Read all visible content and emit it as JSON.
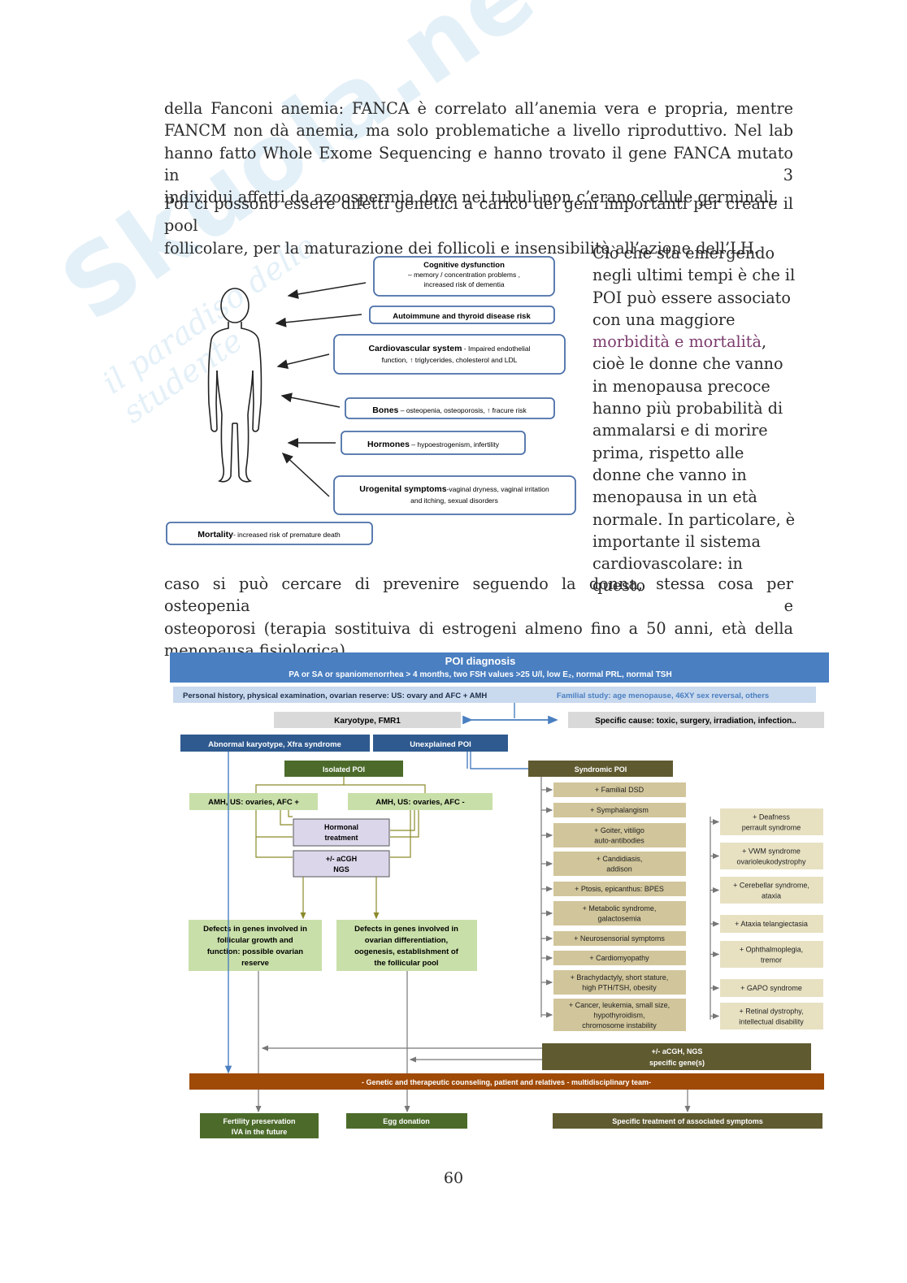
{
  "watermark": {
    "big": "Skuola.net",
    "small": "il paradiso dello studente"
  },
  "para1": [
    "della Fanconi anemia: FANCA è correlato all’anemia vera e propria, mentre",
    "FANCM non dà anemia, ma solo problematiche a livello riproduttivo. Nel lab",
    "hanno fatto Whole Exome Sequencing e hanno trovato il gene FANCA mutato in 3",
    "individui affetti da azoospermia dove nei tubuli non c’erano cellule germinali."
  ],
  "para2": [
    "Poi ci possono essere difetti genetici a carico dei geni importanti per creare il pool",
    "follicolare, per la maturazione dei follicoli e insensibilità all’azione dell’LH."
  ],
  "side": {
    "before": "Ciò che sta emergendo negli ultimi tempi è che il POI può essere associato con una maggiore",
    "highlight": "morbidità e mortalità",
    "after": ", cioè le donne che vanno in menopausa precoce hanno più probabilità di ammalarsi e di morire prima, rispetto alle donne che vanno in menopausa in un età normale. In particolare, è importante il sistema cardiovascolare: in questo"
  },
  "para3": [
    "caso si può cercare di prevenire seguendo la donna, stessa cosa per osteopenia e",
    "osteoporosi (terapia sostituiva di estrogeni almeno fino a 50 anni, età della",
    "menopausa fisiologica)."
  ],
  "body_figure": {
    "cognitive": {
      "title": "Cognitive dysfunction",
      "l1": "– memory / concentration problems ,",
      "l2": "increased risk of dementia"
    },
    "autoimmune": {
      "title": "Autoimmune and thyroid disease risk"
    },
    "cardio": {
      "title": "Cardiovascular system",
      "rest1": " - Impaired endothelial",
      "l2": "function, ↑ triglycerides, cholesterol and LDL"
    },
    "bones": {
      "title": "Bones",
      "rest": " – osteopenia, osteoporosis, ↑ fracure risk"
    },
    "hormones": {
      "title": "Hormones",
      "rest": " – hypoestrogenism, infertility"
    },
    "urogenital": {
      "title": "Urogenital symptoms",
      "rest1": "-vaginal dryness, vaginal irritation",
      "l2": "and itching, sexual disorders"
    },
    "mortality": {
      "title": "Mortality",
      "rest": "- increased risk of premature death"
    }
  },
  "flow": {
    "header_title": "POI diagnosis",
    "header_sub": "PA or SA or spaniomenorrhea > 4 months, two FSH values >25 U/l, low E₂, normal PRL, normal TSH",
    "history": "Personal history, physical examination, ovarian  reserve: US: ovary and AFC + AMH",
    "familial": "Familial study: age menopause, 46XY sex reversal, others",
    "karyotype": "Karyotype, FMR1",
    "specific_cause": "Specific cause: toxic, surgery, irradiation, infection..",
    "abnormal": "Abnormal karyotype, Xfra syndrome",
    "unexplained": "Unexplained POI",
    "isolated": "Isolated POI",
    "syndromic": "Syndromic POI",
    "amh_pos": "AMH, US: ovaries, AFC +",
    "amh_neg": "AMH, US: ovaries, AFC -",
    "hormonal": [
      "Hormonal",
      "treatment"
    ],
    "acgh": [
      "+/- aCGH",
      "NGS"
    ],
    "defects_growth": [
      "Defects in genes involved in",
      "follicular growth and",
      "function: possible ovarian",
      "reserve"
    ],
    "defects_diff": [
      "Defects in genes involved in",
      "ovarian differentiation,",
      "oogenesis, establishment of",
      "the follicular pool"
    ],
    "syndromic_items": [
      [
        "+ Familial DSD"
      ],
      [
        "+ Symphalangism"
      ],
      [
        "+ Goiter, vitiligo",
        "auto-antibodies"
      ],
      [
        "+ Candidiasis,",
        "addison"
      ],
      [
        "+ Ptosis, epicanthus: BPES"
      ],
      [
        "+ Metabolic syndrome,",
        "galactosemia"
      ],
      [
        "+ Neurosensorial symptoms"
      ],
      [
        "+ Cardiomyopathy"
      ],
      [
        "+ Brachydactyly, short stature,",
        "high PTH/TSH, obesity"
      ],
      [
        "+ Cancer, leukemia, small size,",
        "hypothyroidism,",
        "chromosome instability"
      ]
    ],
    "right_items": [
      [
        "+ Deafness",
        "perrault syndrome"
      ],
      [
        "+ VWM syndrome",
        "ovarioleukodystrophy"
      ],
      [
        "+ Cerebellar syndrome,",
        "ataxia"
      ],
      [
        "+ Ataxia telangiectasia"
      ],
      [
        "+ Ophthalmoplegia,",
        "tremor"
      ],
      [
        "+ GAPO syndrome"
      ],
      [
        "+ Retinal dystrophy,",
        "intellectual disability"
      ]
    ],
    "acgh_specific": [
      "+/- aCGH, NGS",
      "specific gene(s)"
    ],
    "counseling": "- Genetic and therapeutic counseling, patient and relatives - multidisciplinary team-",
    "fertility": [
      "Fertility preservation",
      "IVA in the future"
    ],
    "egg": "Egg donation",
    "specific_treatment": "Specific treatment of associated symptoms",
    "colors": {
      "blue": "#4a7fc1",
      "light_blue": "#c9d9ee",
      "grey": "#d9d9d9",
      "dark_green": "#4c6b2b",
      "light_green": "#c9dfa9",
      "olive": "#5f5a30",
      "tan": "#d1c59b",
      "light_tan": "#e7e1c2",
      "lavender": "#dcd6ea",
      "brown": "#a04a08"
    }
  },
  "page_number": "60"
}
